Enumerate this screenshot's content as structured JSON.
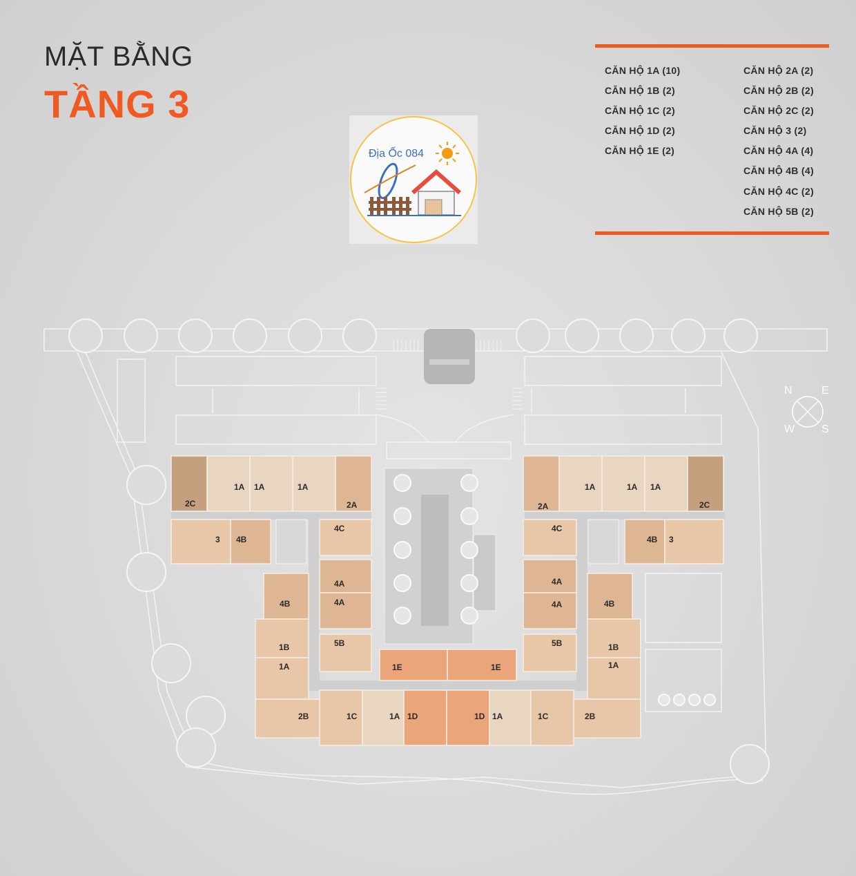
{
  "header": {
    "title_line1": "MẶT BẰNG",
    "title_line2": "TẦNG 3"
  },
  "colors": {
    "accent": "#f05a22",
    "background": "#d9d9d9",
    "unit_dark": "#c4a07f",
    "unit_mid": "#deb693",
    "unit_light": "#e8c7a8",
    "unit_pale": "#e9d6c1",
    "unit_orange": "#eaa57a"
  },
  "legend": {
    "left": [
      "CĂN HỘ 1A (10)",
      "CĂN HỘ 1B (2)",
      "CĂN HỘ 1C (2)",
      "CĂN HỘ 1D (2)",
      "CĂN HỘ 1E (2)"
    ],
    "right": [
      "CĂN HỘ 2A (2)",
      "CĂN HỘ 2B (2)",
      "CĂN HỘ 2C (2)",
      "CĂN HỘ 3 (2)",
      "CĂN HỘ 4A (4)",
      "CĂN HỘ 4B (4)",
      "CĂN HỘ 4C (2)",
      "CĂN HỘ 5B (2)"
    ]
  },
  "watermark": {
    "text": "Địa Ốc 084",
    "icon": "house-sun-logo"
  },
  "compass": {
    "n": "N",
    "e": "E",
    "w": "W",
    "s": "S"
  },
  "units": {
    "u01": "2C",
    "u02": "1A",
    "u03": "1A",
    "u04": "1A",
    "u05": "2A",
    "u06": "3",
    "u07": "4B",
    "u08": "4C",
    "u09": "4A",
    "u10": "4A",
    "u11": "4B",
    "u12": "1B",
    "u13": "1A",
    "u14": "2B",
    "u15": "5B",
    "u16": "1C",
    "u17": "1A",
    "u18": "1D",
    "u19": "1E",
    "u20": "1E",
    "u21": "1D",
    "u22": "1A",
    "u23": "1C",
    "u24": "1A",
    "u25": "1A",
    "u26": "1A",
    "u27": "2A",
    "u28": "2C",
    "u29": "4C",
    "u30": "4B",
    "u31": "3",
    "u32": "4A",
    "u33": "4A",
    "u34": "4B",
    "u35": "5B",
    "u36": "1B",
    "u37": "1A",
    "u38": "2B"
  }
}
